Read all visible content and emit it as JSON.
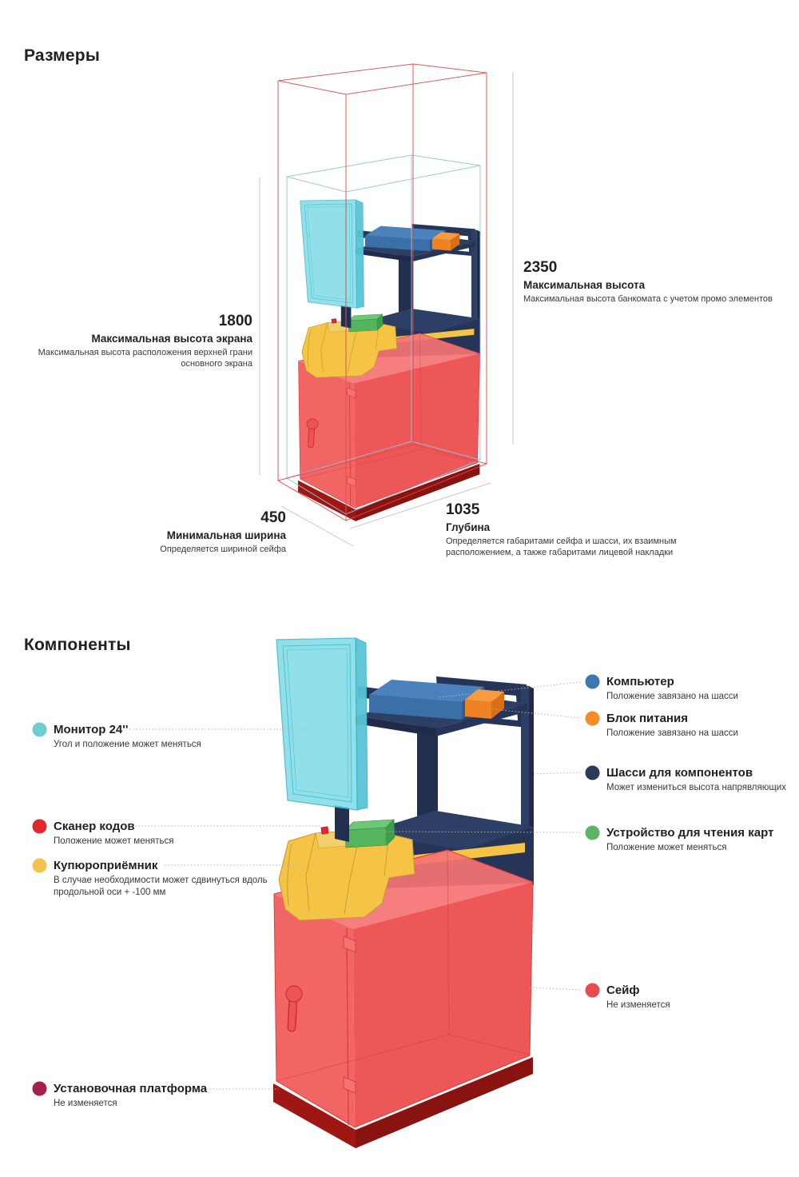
{
  "sections": {
    "dimensions": {
      "title": "Размеры",
      "items": [
        {
          "value": "2350",
          "name": "Максимальная высота",
          "desc": "Максимальная высота банкомата с учетом промо элементов"
        },
        {
          "value": "1800",
          "name": "Максимальная высота экрана",
          "desc": "Максимальная высота расположения верхней грани основного экрана"
        },
        {
          "value": "450",
          "name": "Минимальная ширина",
          "desc": "Определяется шириной сейфа"
        },
        {
          "value": "1035",
          "name": "Глубина",
          "desc": "Определяется габаритами сейфа и шасси, их взаимным расположением, а также габаритами лицевой накладки"
        }
      ]
    },
    "components": {
      "title": "Компоненты",
      "items": [
        {
          "label": "Монитор 24''",
          "desc": "Угол и положение может меняться",
          "color": "#71cbd2"
        },
        {
          "label": "Сканер кодов",
          "desc": "Положение может меняться",
          "color": "#e0282e"
        },
        {
          "label": "Купюроприёмник",
          "desc": "В случае необходимости может сдвинуться вдоль продольной оси + -100 мм",
          "color": "#f2c44d"
        },
        {
          "label": "Установочная платформа",
          "desc": "Не изменяется",
          "color": "#a62048"
        },
        {
          "label": "Компьютер",
          "desc": "Положение завязано на шасси",
          "color": "#3d77b0"
        },
        {
          "label": "Блок питания",
          "desc": "Положение завязано на шасси",
          "color": "#f68c28"
        },
        {
          "label": "Шасси для компонентов",
          "desc": "Может измениться высота напрявляющих",
          "color": "#2b3a55"
        },
        {
          "label": "Устройство для чтения карт",
          "desc": "Положение может меняться",
          "color": "#5bb564"
        },
        {
          "label": "Сейф",
          "desc": "Не изменяется",
          "color": "#ea4b4f"
        }
      ]
    }
  },
  "palette": {
    "monitor": "#7edbe6",
    "computer": "#3a6fa8",
    "psu": "#ef8222",
    "chassis": "#263457",
    "card_reader": "#55b55f",
    "scanner": "#e0282e",
    "bill_acceptor": "#f6c445",
    "safe": "#f15b5b",
    "platform": "#9e1713",
    "wire_red": "#e04848",
    "wire_blue": "#8fc3dc",
    "dim_line": "#c9c9c9",
    "leader": "#b3b3b3",
    "text": "#231f20"
  }
}
